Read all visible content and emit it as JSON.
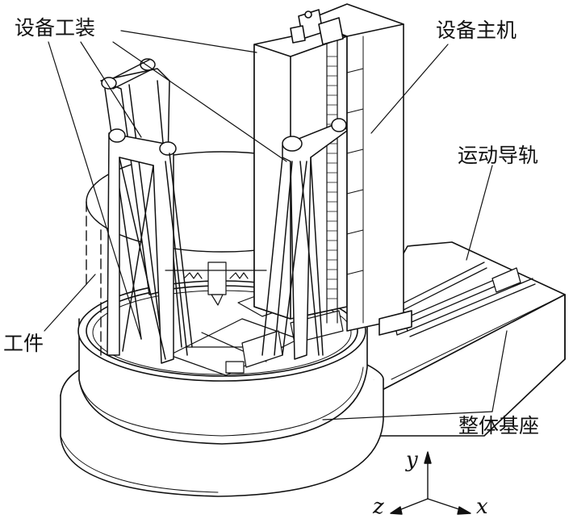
{
  "labels": {
    "fixture": "设备工装",
    "main_machine": "设备主机",
    "guide_rail": "运动导轨",
    "workpiece": "工件",
    "base": "整体基座"
  },
  "axes": {
    "x": "x",
    "y": "y",
    "z": "z"
  }
}
